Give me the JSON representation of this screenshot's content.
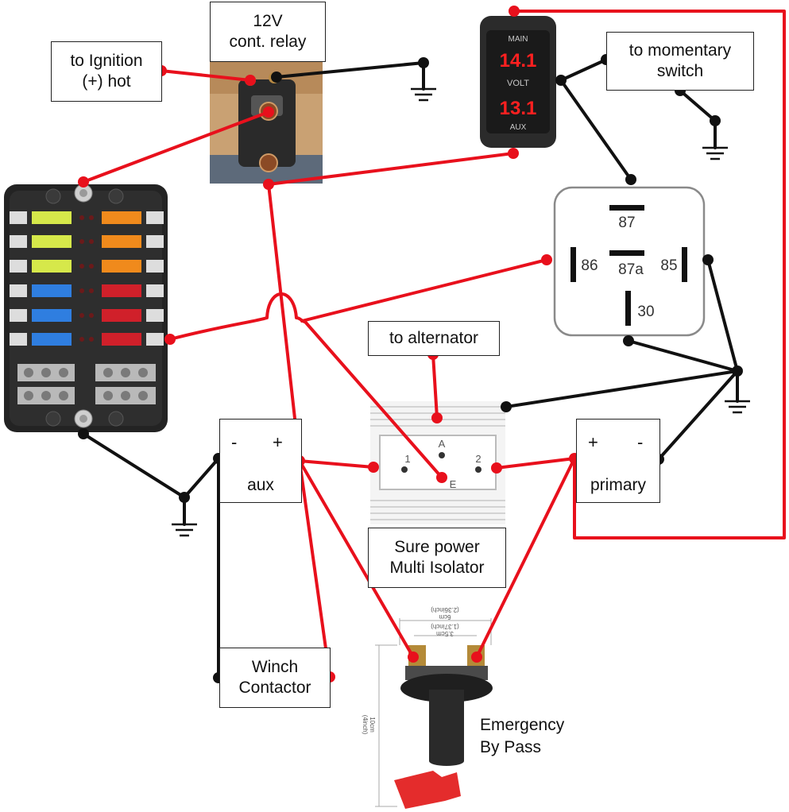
{
  "labels": {
    "relay_title_1": "12V",
    "relay_title_2": "cont. relay",
    "ignition_1": "to Ignition",
    "ignition_2": "(+) hot",
    "momentary_1": "to momentary",
    "momentary_2": "switch",
    "alternator": "to alternator",
    "isolator_1": "Sure power",
    "isolator_2": "Multi Isolator",
    "aux": "aux",
    "primary": "primary",
    "winch_1": "Winch",
    "winch_2": "Contactor",
    "bypass_1": "Emergency",
    "bypass_2": "By Pass",
    "minus": "-",
    "plus": "+"
  },
  "voltmeter": {
    "top_label": "MAIN",
    "main_reading": "14.1",
    "unit": "VOLT",
    "aux_reading": "13.1",
    "bottom_label": "AUX"
  },
  "relay_pins": {
    "p87": "87",
    "p86": "86",
    "p87a": "87a",
    "p85": "85",
    "p30": "30"
  },
  "isolator_pins": {
    "a": "A",
    "one": "1",
    "two": "2",
    "e": "E"
  },
  "dimensions": {
    "width_outer": "6cm",
    "width_outer_in": "(2.36inch)",
    "width_inner": "3.5cm",
    "width_inner_in": "(1.37inch)",
    "height": "10cm",
    "height_in": "(4inch)"
  },
  "colors": {
    "wire_positive": "#e8101c",
    "wire_ground": "#111111",
    "voltmeter_digits": "#ff2020"
  }
}
